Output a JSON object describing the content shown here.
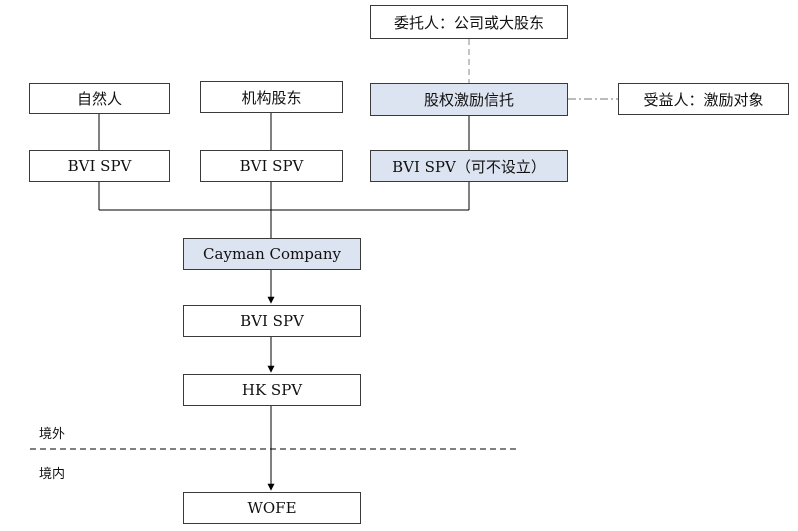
{
  "nodes": {
    "settlor": "委托人：公司或大股东",
    "natural_person": "自然人",
    "institutional_shareholder": "机构股东",
    "equity_incentive_trust": "股权激励信托",
    "beneficiary": "受益人：激励对象",
    "bvi_spv_natural": "BVI SPV",
    "bvi_spv_institutional": "BVI SPV",
    "bvi_spv_optional": "BVI SPV（可不设立）",
    "cayman_company": "Cayman Company",
    "bvi_spv_main": "BVI SPV",
    "hk_spv": "HK SPV",
    "wofe": "WOFE"
  },
  "regions": {
    "offshore": "境外",
    "onshore": "境内"
  },
  "colors": {
    "highlight_fill": "#dde4f1",
    "border": "#3a3a3a",
    "line": "#000000"
  }
}
